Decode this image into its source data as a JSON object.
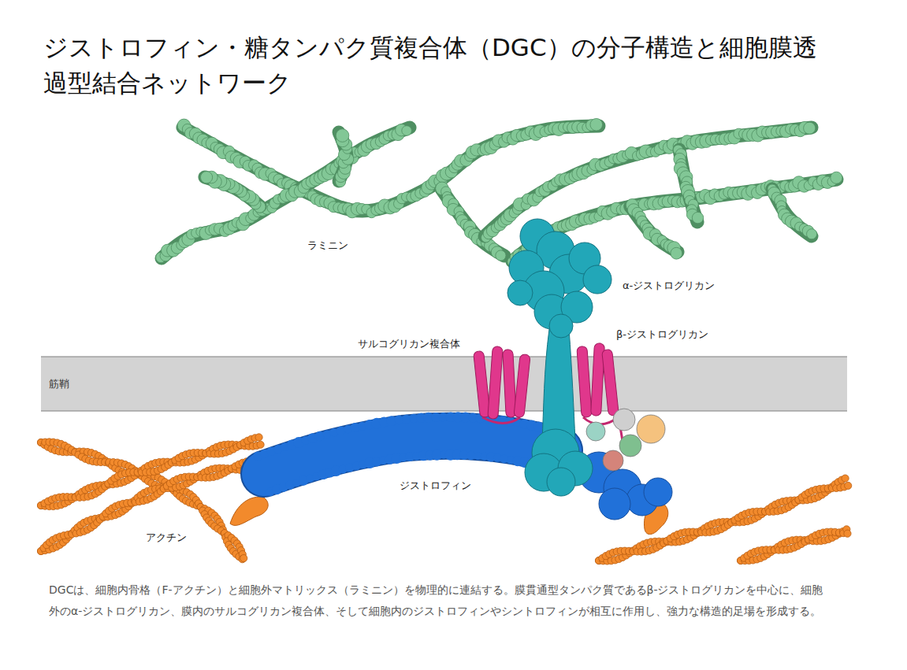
{
  "diagram": {
    "title": "ジストロフィン・糖タンパク質複合体（DGC）の分子構造と細胞膜透過型結合ネットワーク",
    "caption": "DGCは、細胞内骨格（F-アクチン）と細胞外マトリックス（ラミニン）を物理的に連結する。膜貫通型タンパク質であるβ-ジストログリカンを中心に、細胞外のα-ジストログリカン、膜内のサルコグリカン複合体、そして細胞内のジストロフィンやシントロフィンが相互に作用し、強力な構造的足場を形成する。",
    "nodes": [
      {
        "text": [
          "筋鞘"
        ]
      }
    ],
    "labels": [
      "ラミニン",
      "α-ジストログリカン",
      "β-ジストログリカン",
      "サルコグリカン複合体",
      "ジストロフィン",
      "アクチン"
    ]
  }
}
